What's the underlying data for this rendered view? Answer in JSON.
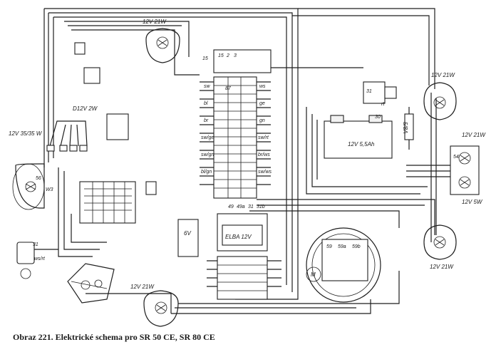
{
  "caption": "Obraz 221. Elektrické schema pro SR 50 CE, SR 80 CE",
  "components": {
    "headlight_left": "12V 35/35 W",
    "bulb_top": "12V 21W",
    "bulb_bottom_left": "12V 21W",
    "bulb_right_top": "12V 21W",
    "bulb_right_mid": "12V 21W",
    "bulb_right_5w": "12V 5W",
    "bulb_right_bottom": "12V 21W",
    "diode_group": "D12V 2W",
    "battery": "12V 5,5Ah",
    "fuse": "5/8A",
    "capacitor_6v": "6V",
    "regulator": "ELBA 12V",
    "motor": "M"
  },
  "terminals": {
    "top_switch": [
      "15",
      "2",
      "3"
    ],
    "right_relay": [
      "31",
      "30"
    ],
    "center_box": [
      "49",
      "49a",
      "31",
      "31b"
    ],
    "motor_pins": [
      "59",
      "59a",
      "59b"
    ],
    "small_labels": [
      "31",
      "56",
      "W3",
      "54",
      "15",
      "87"
    ]
  },
  "wire_codes": [
    "sw",
    "bl",
    "br",
    "gn",
    "rt",
    "ws",
    "ge",
    "sw/ge",
    "sw/rt",
    "sw/gn",
    "br/ws",
    "bl/gn",
    "sw/ws",
    "ws/rt"
  ]
}
